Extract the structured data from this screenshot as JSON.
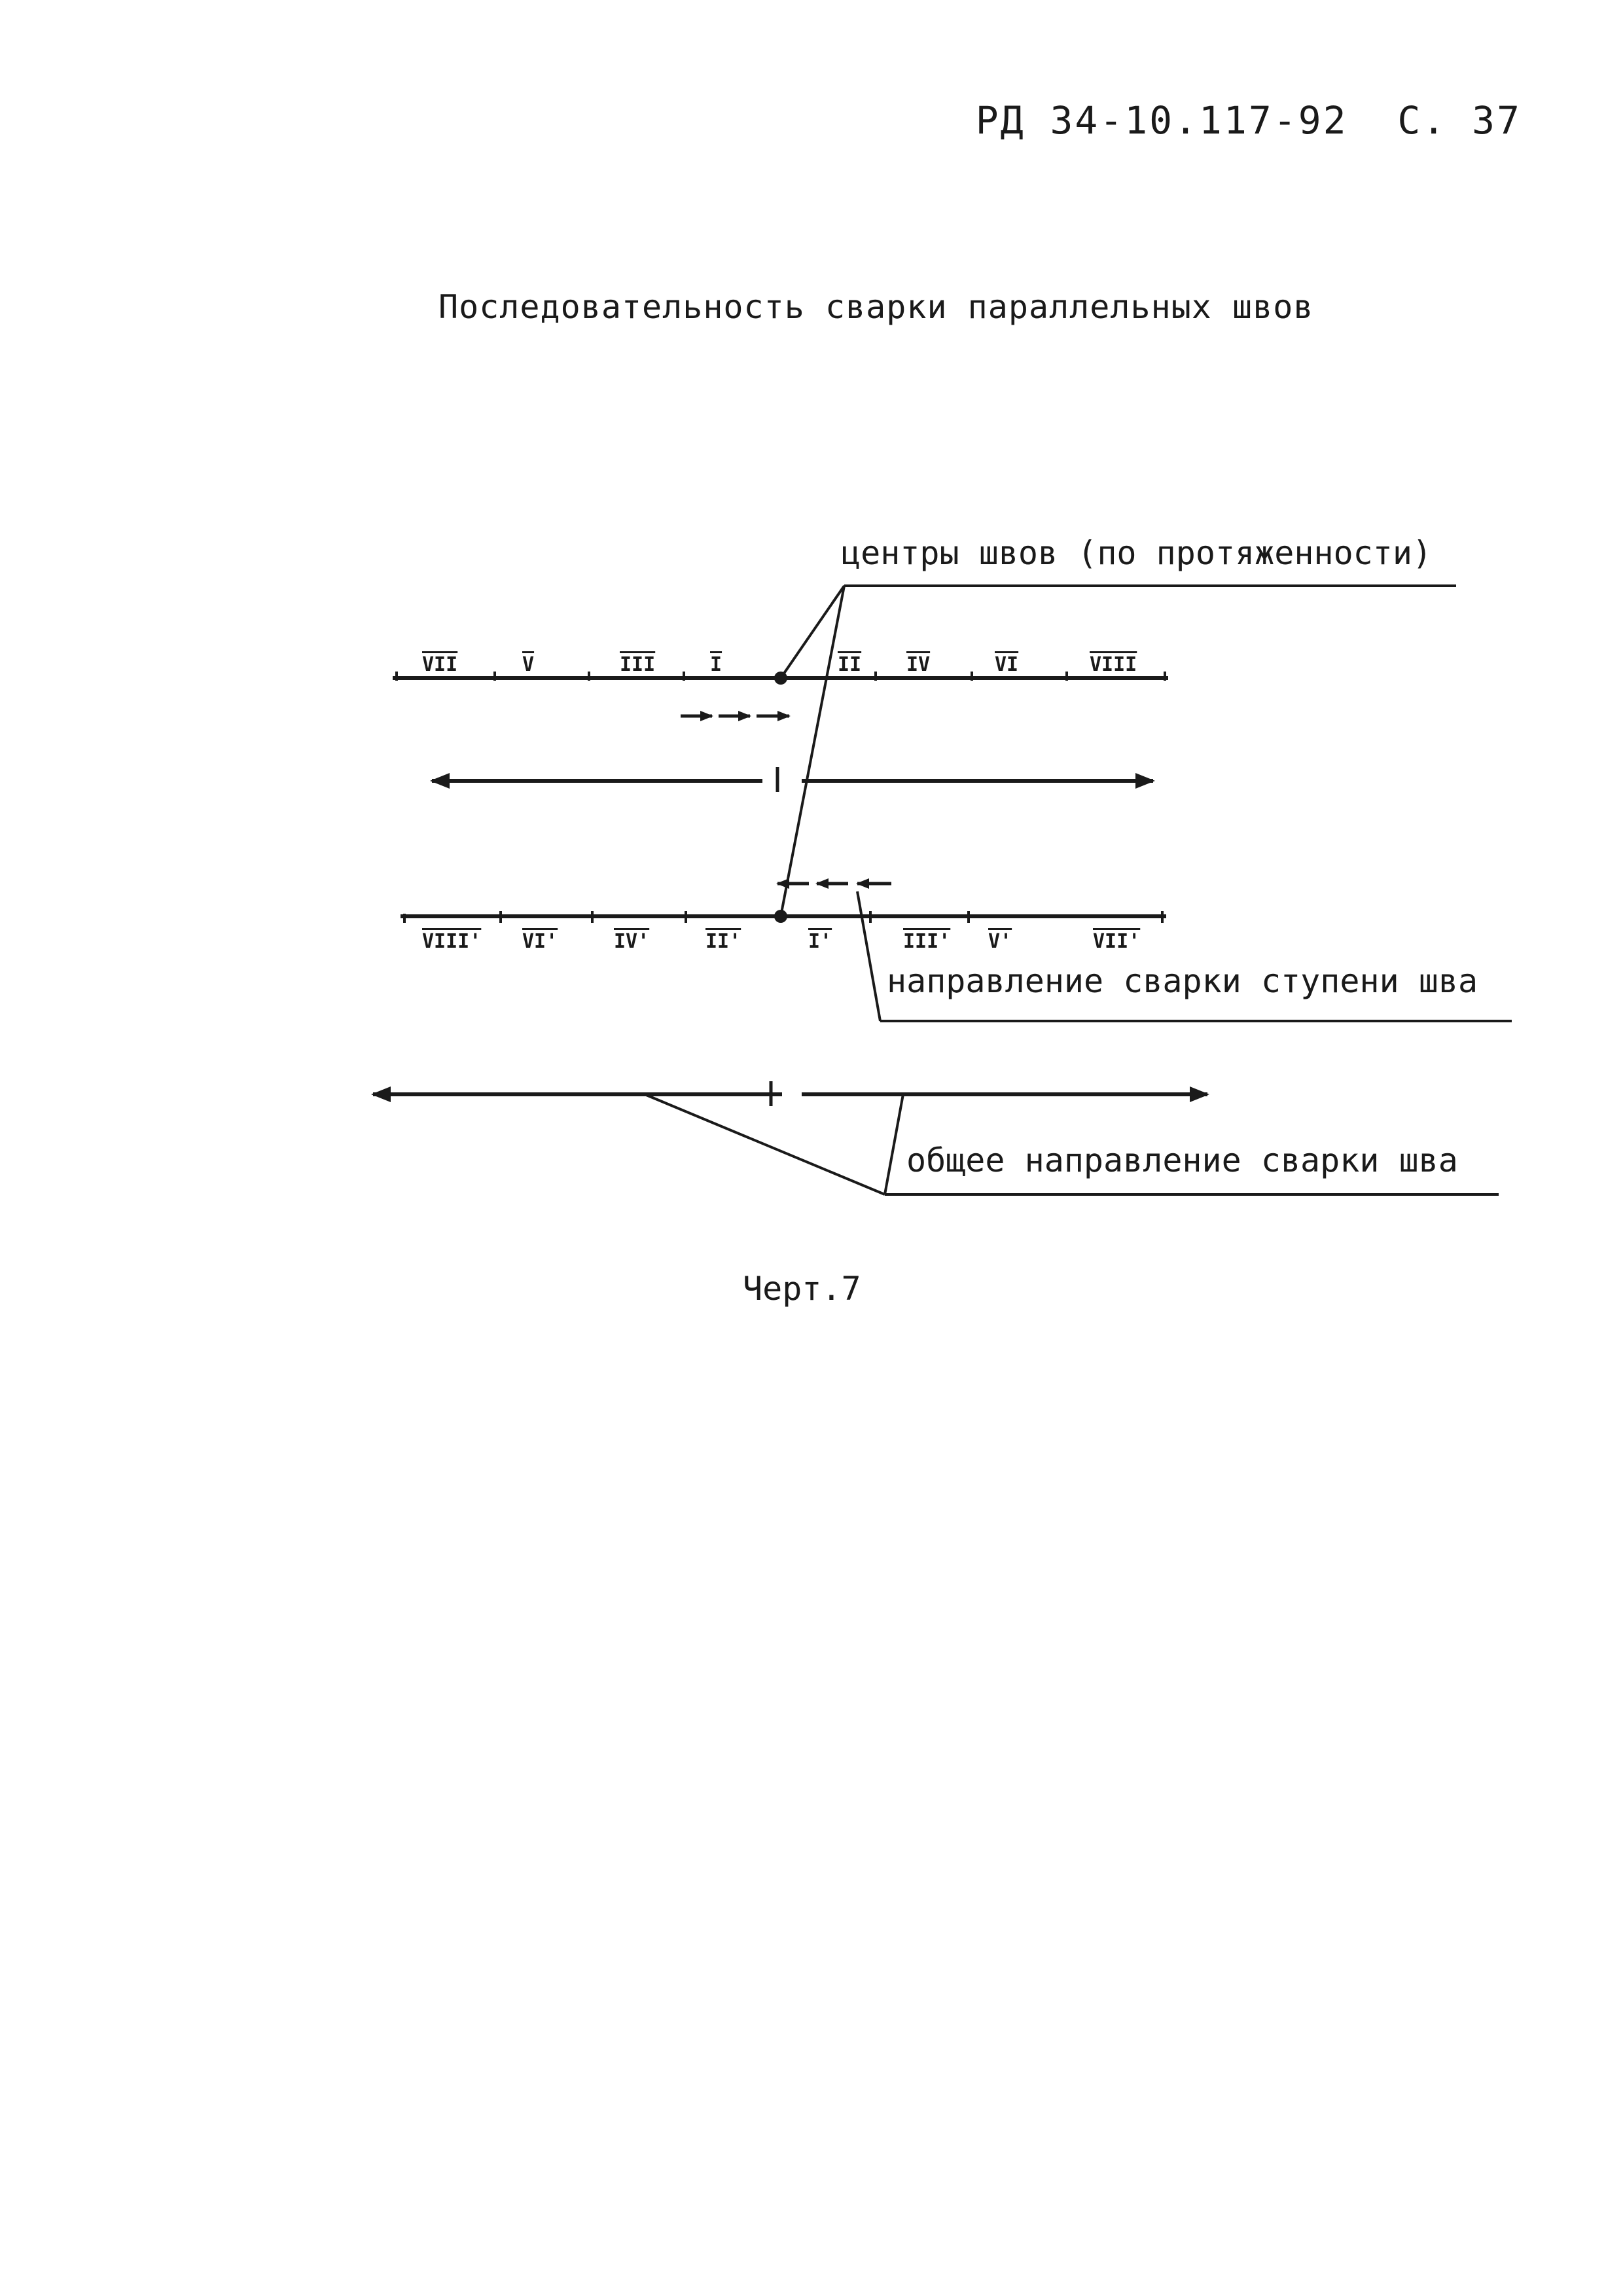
{
  "header": {
    "doc_code": "РД 34-10.117-92",
    "page_label": "С. 37"
  },
  "title": "Последовательность сварки параллельных швов",
  "figure": {
    "callouts": {
      "centers": "центры швов (по протяженности)",
      "step_direction": "направление сварки ступени шва",
      "overall_direction": "общее направление сварки шва"
    },
    "top_seam_labels": [
      "VII",
      "V",
      "III",
      "I",
      "II",
      "IV",
      "VI",
      "VIII"
    ],
    "bottom_seam_labels": [
      "VIII'",
      "VI'",
      "IV'",
      "II'",
      "I'",
      "III'",
      "V'",
      "VII'"
    ]
  },
  "caption": "Черт.7"
}
